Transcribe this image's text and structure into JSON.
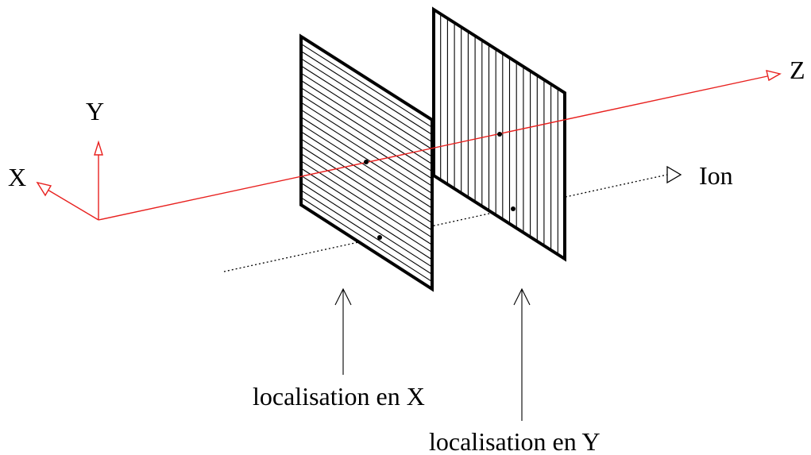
{
  "axes": {
    "x_label": "X",
    "y_label": "Y",
    "z_label": "Z",
    "color": "#e8201e"
  },
  "beam": {
    "label": "Ion",
    "color": "#000000"
  },
  "detectors": {
    "x_detector": {
      "caption": "localisation en X",
      "strips": "horizontal"
    },
    "y_detector": {
      "caption": "localisation en Y",
      "strips": "vertical"
    },
    "frame_color": "#000000"
  }
}
